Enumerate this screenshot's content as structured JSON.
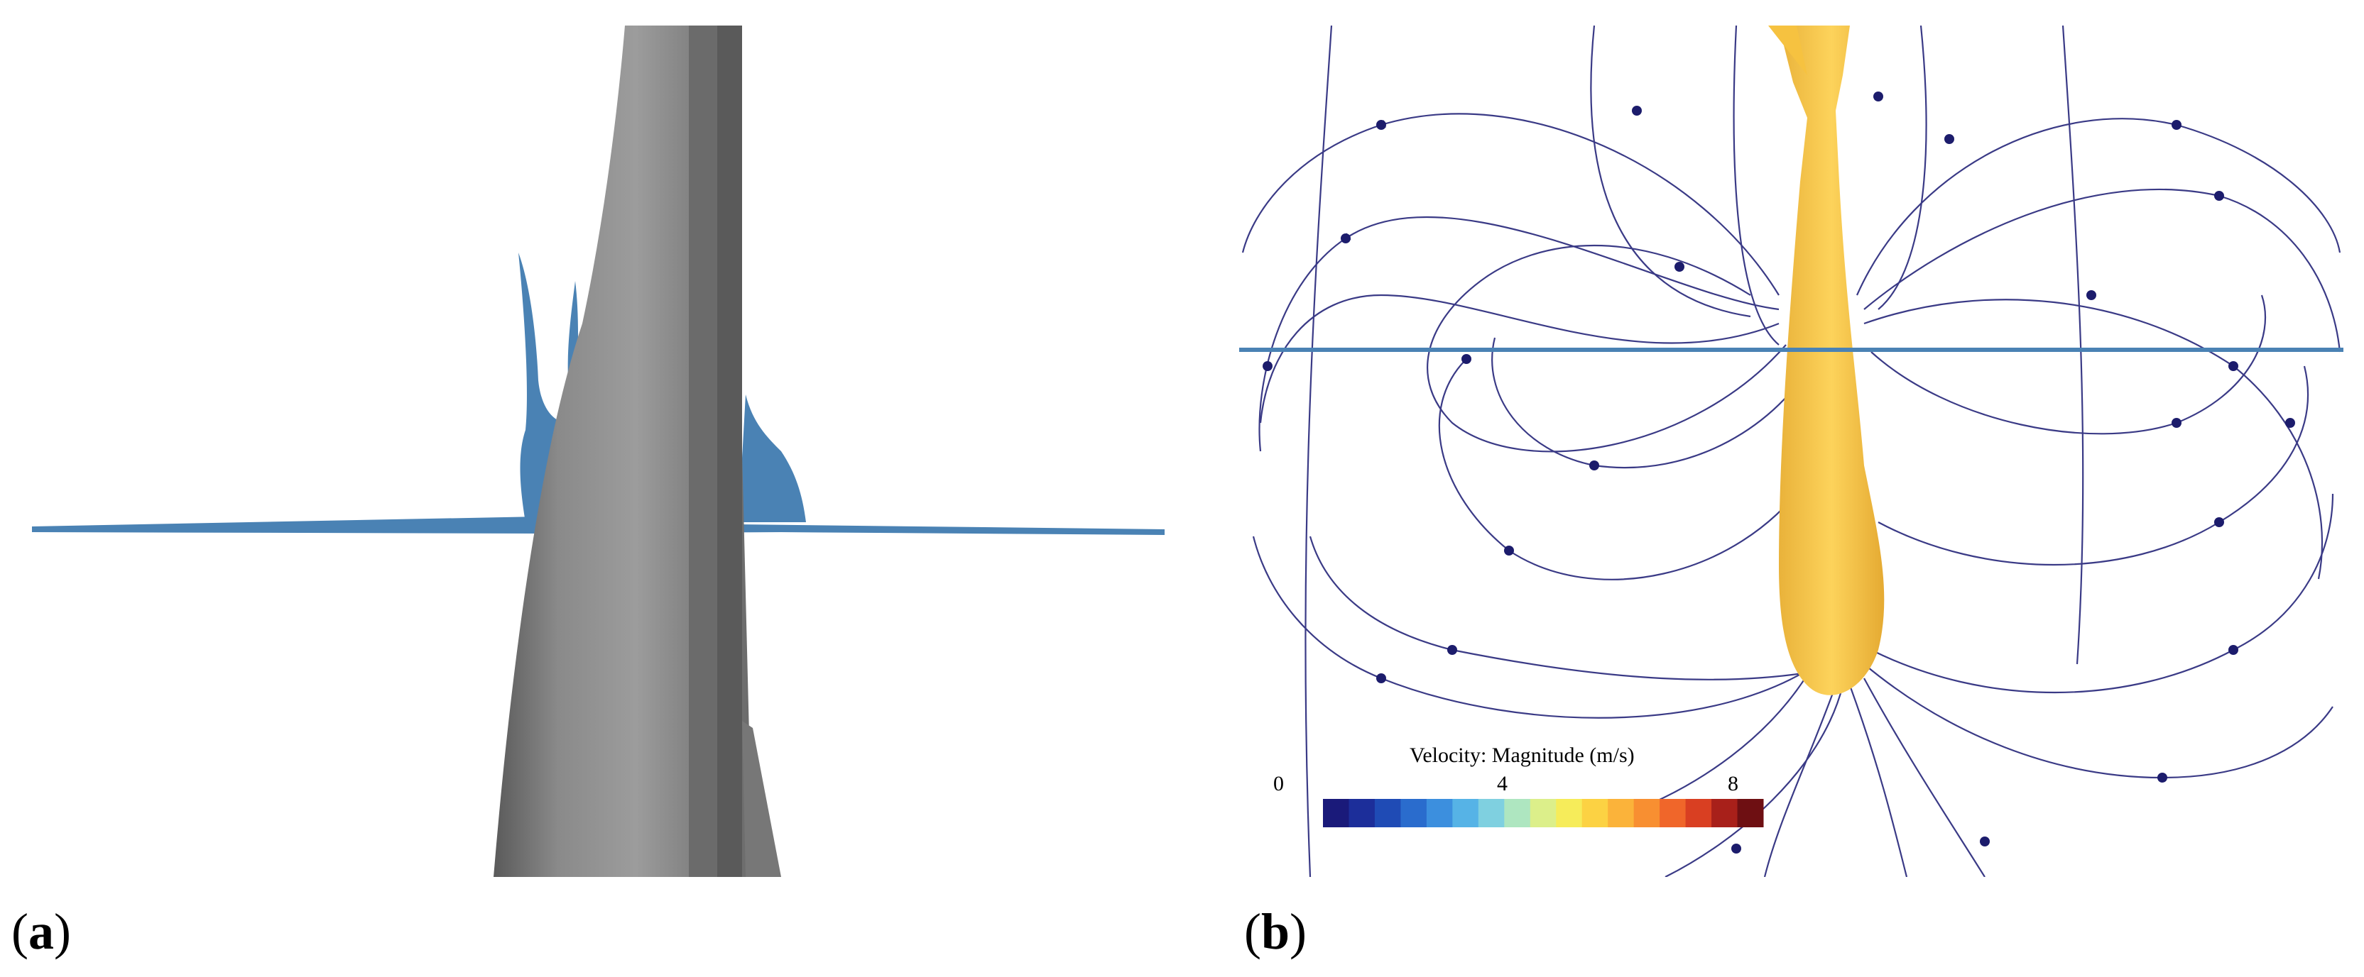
{
  "panels": [
    {
      "id": "a",
      "label_open": "(",
      "label_letter": "a",
      "label_close": ")"
    },
    {
      "id": "b",
      "label_open": "(",
      "label_letter": "b",
      "label_close": ")"
    }
  ],
  "legend": {
    "title": "Velocity: Magnitude (m/s)",
    "ticks": [
      "0",
      "4",
      "8"
    ],
    "colormap": [
      "#1a1a7a",
      "#1c2e9a",
      "#1f4bb5",
      "#2a6ccd",
      "#3c8fde",
      "#56b3e6",
      "#7fd0e0",
      "#aee6c0",
      "#dcef8a",
      "#f6ec5a",
      "#fcd243",
      "#fbb33a",
      "#f88f31",
      "#f0662a",
      "#d93f22",
      "#a8201a",
      "#6e0f12"
    ]
  },
  "colors": {
    "water_surface": "#4a82b4",
    "pile": "#808080",
    "body": "#fbcb4b",
    "streamline": "#2a2a7a"
  }
}
